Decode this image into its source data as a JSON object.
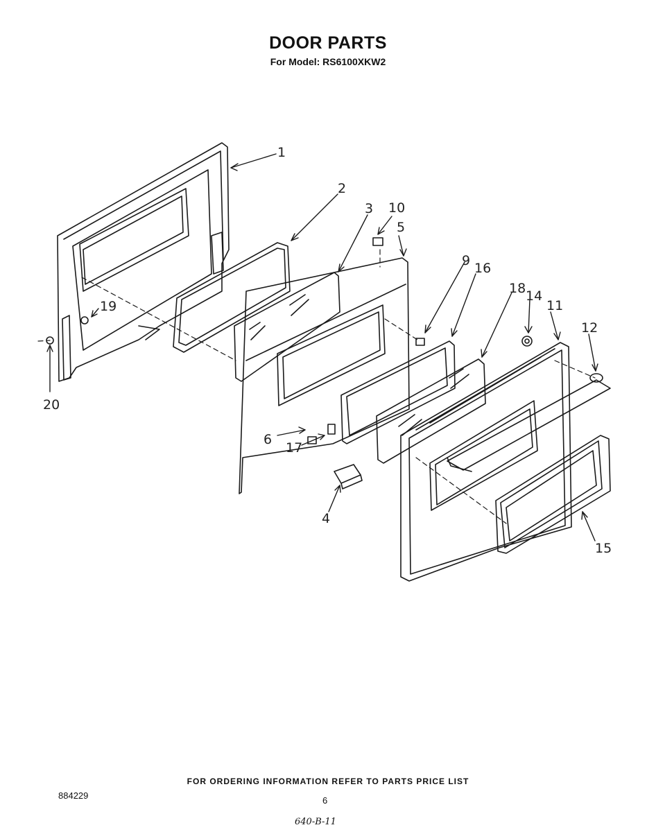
{
  "header": {
    "title": "DOOR PARTS",
    "subtitle": "For Model: RS6100XKW2"
  },
  "callouts": {
    "p1": "1",
    "p2": "2",
    "p3": "3",
    "p4": "4",
    "p5": "5",
    "p6": "6",
    "p9": "9",
    "p10": "10",
    "p11": "11",
    "p12": "12",
    "p14": "14",
    "p15": "15",
    "p16": "16",
    "p17": "17",
    "p18": "18",
    "p19": "19",
    "p20": "20"
  },
  "footer": {
    "notice": "FOR ORDERING INFORMATION REFER TO PARTS PRICE LIST",
    "doc_number": "884229",
    "page_number": "6",
    "handwritten_note": "640-B-11"
  }
}
